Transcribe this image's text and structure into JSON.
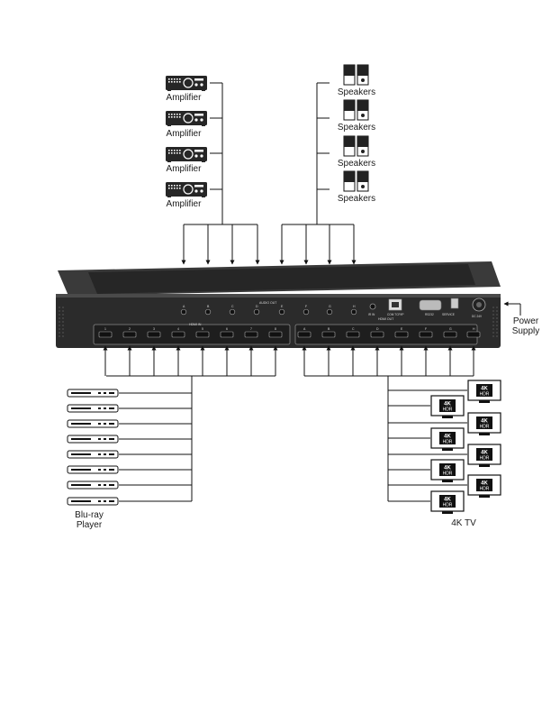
{
  "diagram": {
    "amplifier_label": "Amplifier",
    "speakers_label": "Speakers",
    "power_label_line1": "Power",
    "power_label_line2": "Supply",
    "bluray_label_line1": "Blu-ray",
    "bluray_label_line2": "Player",
    "tv_label": "4K TV",
    "tv_badge_top": "4K",
    "tv_badge_bottom": "HDR",
    "panel": {
      "audio_out": "AUDIO OUT",
      "hdmi_in": "HDMI IN",
      "hdmi_out": "HDMI OUT",
      "ir_in": "IR IN",
      "com_tcp": "COM TCP/IP",
      "rs232": "RS232",
      "service": "SERVICE",
      "dc": "DC 24V",
      "in_numbers": [
        "1",
        "2",
        "3",
        "4",
        "5",
        "6",
        "7",
        "8"
      ],
      "out_letters": [
        "A",
        "B",
        "C",
        "D",
        "E",
        "F",
        "G",
        "H"
      ]
    },
    "counts": {
      "amplifiers": 4,
      "speakers": 4,
      "bluray_players": 8,
      "tvs": 8
    },
    "colors": {
      "device_body": "#2a2a2a",
      "line": "#111111",
      "panel_text": "#d8d8d8"
    }
  }
}
